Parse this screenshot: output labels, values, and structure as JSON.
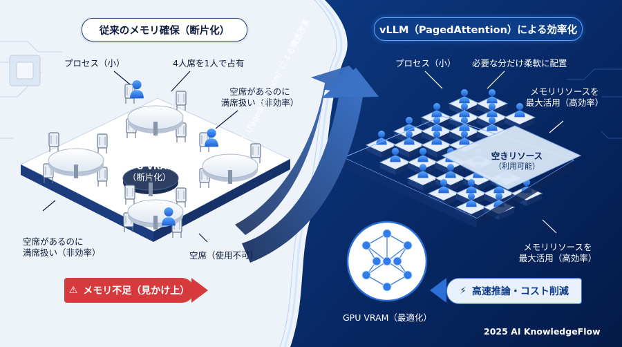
{
  "left_title": "従来のメモリ確保（断片化）",
  "right_title": "vLLM（PagedAttention）による効率化",
  "left_labels": {
    "process": "プロセス（小）",
    "four_seat": "4人席を1人で占有",
    "empty_seat_line1": "空席があるのに",
    "empty_seat_line2": "満席扱い（非効率）",
    "vram_line1": "GPU VRAM",
    "vram_line2": "（断片化）",
    "bottom_left_line1": "空席があるのに",
    "bottom_left_line2": "満席扱い（非効率）",
    "unusable": "空席（使用不可）"
  },
  "arrow_label": "vLLM（PagedAttention）による構造改革",
  "warning_label": "メモリ不足（見かけ上）",
  "warning_icon": "warning-triangle-icon",
  "right_labels": {
    "process": "プロセス（小）",
    "flexible": "必要な分だけ柔軟に配置",
    "max_use_top_line1": "メモリリソースを",
    "max_use_top_line2": "最大活用（高効率）",
    "free_line1": "空きリソース",
    "free_line2": "（利用可能）",
    "max_use_bottom_line1": "メモリリソースを",
    "max_use_bottom_line2": "最大活用（高効率）",
    "vram_optimized": "GPU VRAM（最適化）"
  },
  "speed_label": "高速推論・コスト削減",
  "speed_icon": "speed-lightning-icon",
  "credit": "2025 AI KnowledgeFlow",
  "colors": {
    "navy": "#0a2a66",
    "accent_blue": "#2c7be5",
    "warning_red": "#d73a3d",
    "left_bg": "#eef3f9"
  }
}
